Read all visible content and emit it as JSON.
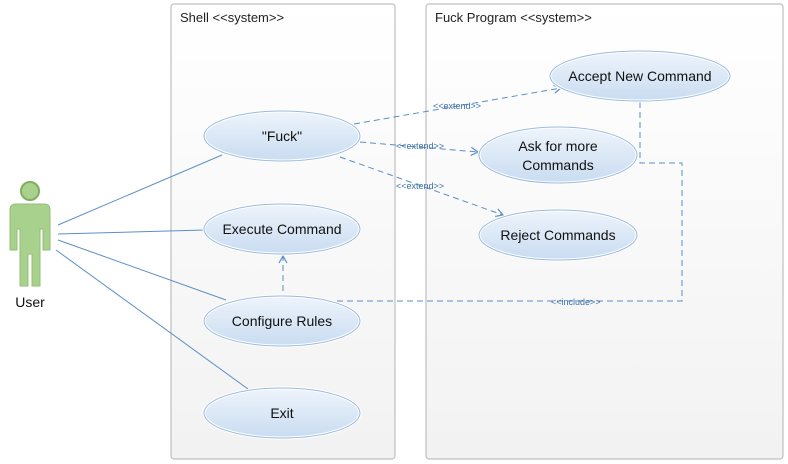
{
  "actor": {
    "label": "User"
  },
  "systems": {
    "shell": {
      "title": "Shell <<system>>"
    },
    "fuck": {
      "title": "Fuck Program <<system>>"
    }
  },
  "use_cases": {
    "fuck": "\"Fuck\"",
    "execute": "Execute Command",
    "configure": "Configure Rules",
    "exit": "Exit",
    "accept": "Accept New Command",
    "ask_line1": "Ask for more",
    "ask_line2": "Commands",
    "reject": "Reject Commands"
  },
  "relations": {
    "extend": "<<extend>>",
    "include": "<<include>>"
  },
  "colors": {
    "actor_fill": "#a9d18e",
    "usecase_fill": "#d6e4f4",
    "line": "#5b8fc7"
  }
}
